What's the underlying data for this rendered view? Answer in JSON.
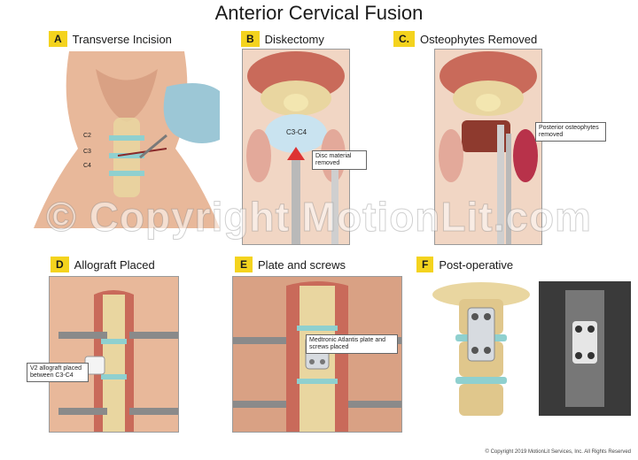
{
  "title": "Anterior Cervical Fusion",
  "panels": [
    {
      "letter": "A",
      "label": "Transverse Incision"
    },
    {
      "letter": "B",
      "label": "Diskectomy"
    },
    {
      "letter": "C.",
      "label": "Osteophytes Removed"
    },
    {
      "letter": "D",
      "label": "Allograft Placed"
    },
    {
      "letter": "E",
      "label": "Plate and screws"
    },
    {
      "letter": "F",
      "label": "Post-operative"
    }
  ],
  "vertebra_labels": [
    "C2",
    "C3",
    "C4"
  ],
  "disc_label": "C3-C4",
  "callouts": {
    "disc_removed": "Disc material removed",
    "osteophytes": "Posterior osteophytes removed",
    "allograft": "V2 allograft placed between C3-C4",
    "plate": "Medtronic Atlantis plate and screws placed"
  },
  "watermark": "© Copyright MotionLit.com",
  "footer": "© Copyright 2019 MotionLit Services, Inc. All Rights Reserved",
  "colors": {
    "badge": "#f4d31e",
    "skin": "#e8b89a",
    "bone": "#e9d6a0",
    "disc": "#8fd0cf",
    "tissue": "#c96a5a"
  }
}
